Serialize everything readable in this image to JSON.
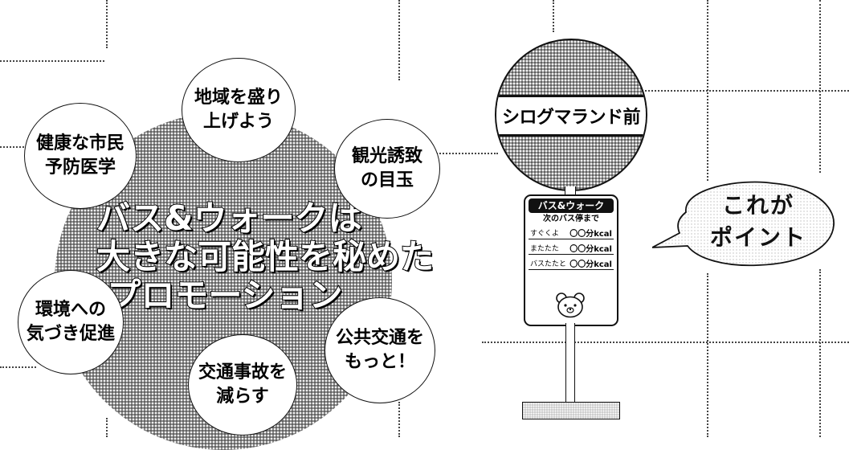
{
  "central": {
    "line1": "バス&ウォークは",
    "line2": "大きな可能性を秘めた",
    "line3": "プロモーション"
  },
  "bubbles": {
    "top": [
      "地域を盛り",
      "上げよう"
    ],
    "upper_right": [
      "観光誘致",
      "の目玉"
    ],
    "lower_right": [
      "公共交通を",
      "もっと！"
    ],
    "bottom": [
      "交通事故を",
      "減らす"
    ],
    "lower_left": [
      "環境への",
      "気づき促進"
    ],
    "upper_left": [
      "健康な市民",
      "予防医学"
    ]
  },
  "bus_stop": {
    "stop_name": "シログマランド前",
    "board_title": "バス&ウォーク",
    "board_subtitle": "次のバス停まで",
    "rows": [
      {
        "label": "すぐくよ",
        "value": "〇〇分kcal"
      },
      {
        "label": "またたた",
        "value": "〇〇分kcal"
      },
      {
        "label": "バスたたと",
        "value": "〇〇分kcal"
      }
    ],
    "mascot_icon": "polar-bear-face-icon"
  },
  "callout": {
    "line1": "これが",
    "line2": "ポイント"
  }
}
